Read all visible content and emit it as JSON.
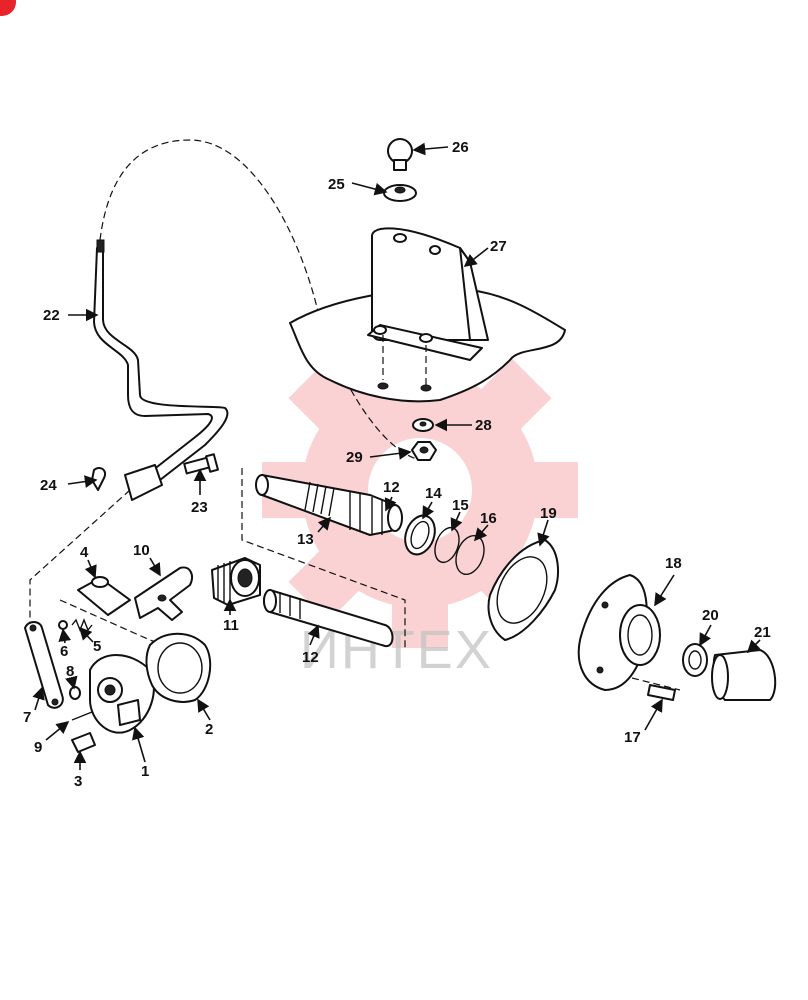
{
  "watermark": {
    "text": "ИНТЕХ",
    "color": "#e8232a"
  },
  "callouts": {
    "c1": "1",
    "c2": "2",
    "c3": "3",
    "c4": "4",
    "c5": "5",
    "c6": "6",
    "c7": "7",
    "c8": "8",
    "c9": "9",
    "c10": "10",
    "c11": "11",
    "c12a": "12",
    "c12b": "12",
    "c13": "13",
    "c14": "14",
    "c15": "15",
    "c16": "16",
    "c17": "17",
    "c18": "18",
    "c19": "19",
    "c20": "20",
    "c21": "21",
    "c22": "22",
    "c23": "23",
    "c24": "24",
    "c25": "25",
    "c26": "26",
    "c27": "27",
    "c28": "28",
    "c29": "29"
  }
}
